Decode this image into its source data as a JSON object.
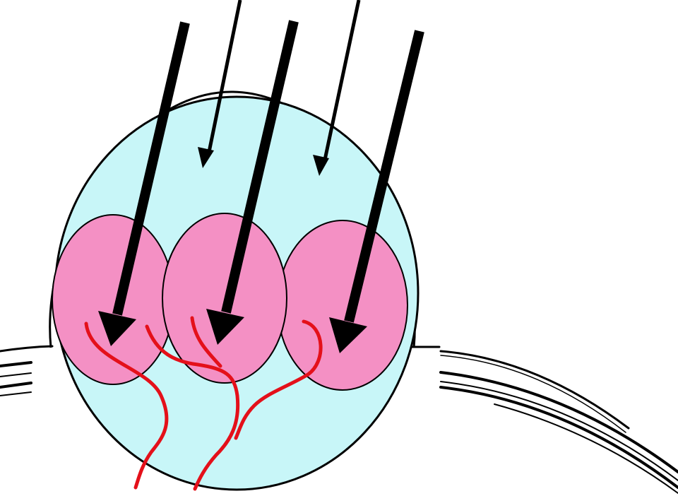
{
  "diagram": {
    "colors": {
      "outer_fill": "#c8f6f8",
      "lobe_fill": "#f490c4",
      "outline": "#000000",
      "thick_arrow": "#000000",
      "thin_arrow": "#000000",
      "fiber": "#e4101a",
      "background": "#ffffff"
    },
    "counts": {
      "lobes": 3,
      "thick_arrows": 3,
      "thin_arrows": 2,
      "red_fibers": 3
    }
  }
}
